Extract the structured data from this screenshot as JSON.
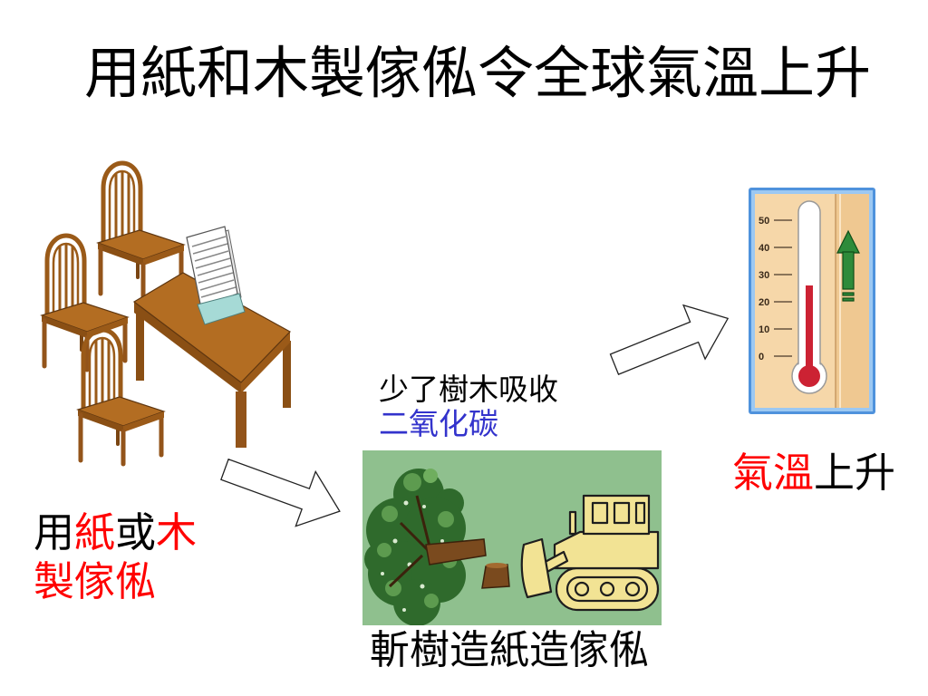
{
  "slide": {
    "title": "用紙和木製傢俬令全球氣溫上升",
    "title_color": "#000000"
  },
  "furniture": {
    "illustration": "chairs-and-table-icon",
    "caption_line1": [
      {
        "text": "用",
        "color": "#000000"
      },
      {
        "text": "紙",
        "color": "#ff0000"
      },
      {
        "text": "或",
        "color": "#000000"
      },
      {
        "text": "木",
        "color": "#ff0000"
      }
    ],
    "caption_line2": {
      "text": "製傢俬",
      "color": "#ff0000"
    }
  },
  "arrows": {
    "icon": "hollow-arrow-icon"
  },
  "logging": {
    "note": [
      {
        "text": "少了樹木吸收",
        "color": "#000000"
      },
      {
        "text": "二氧化碳",
        "color": "#3333cc"
      }
    ],
    "illustration": "tree-felling-bulldozer-icon",
    "scene_color": "#8fc08e",
    "caption": "斬樹造紙造傢俬"
  },
  "thermometer": {
    "illustration": "thermometer-icon",
    "scale": [
      50,
      40,
      30,
      20,
      10,
      0
    ],
    "reading": 26,
    "mercury_color": "#cc2233",
    "trend_icon": "up-arrow-icon",
    "trend_color": "#2e8b3a"
  },
  "temperature": {
    "caption": [
      {
        "text": "氣溫",
        "color": "#ff0000"
      },
      {
        "text": "上升",
        "color": "#000000"
      }
    ]
  }
}
